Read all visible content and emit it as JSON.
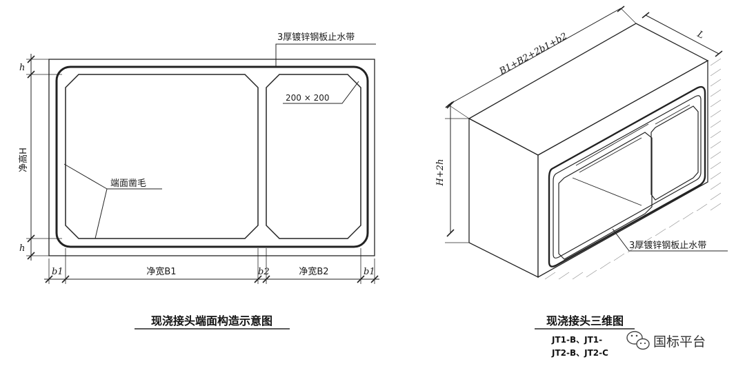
{
  "left_figure": {
    "callout_top": "3厚镀锌钢板止水带",
    "chamfer": "200 × 200",
    "face_roughen": "端面凿毛",
    "dim_h_top": "h",
    "dim_h_bottom": "h",
    "dim_height": "净高H",
    "dim_b1_left": "b1",
    "dim_width_b1": "净宽B1",
    "dim_b2_mid": "b2",
    "dim_width_b2": "净宽B2",
    "dim_b1_right": "b1",
    "caption": "现浇接头端面构造示意图"
  },
  "right_figure": {
    "dim_top": "B1+B2+2b1+b2",
    "dim_length": "L",
    "dim_height": "H+2h",
    "callout": "3厚镀锌钢板止水带",
    "caption": "现浇接头三维图",
    "codes_line1": "JT1-B、JT1-",
    "codes_line2": "JT2-B、JT2-C"
  },
  "watermark": {
    "text": "国标平台",
    "icon": "wechat-icon"
  }
}
